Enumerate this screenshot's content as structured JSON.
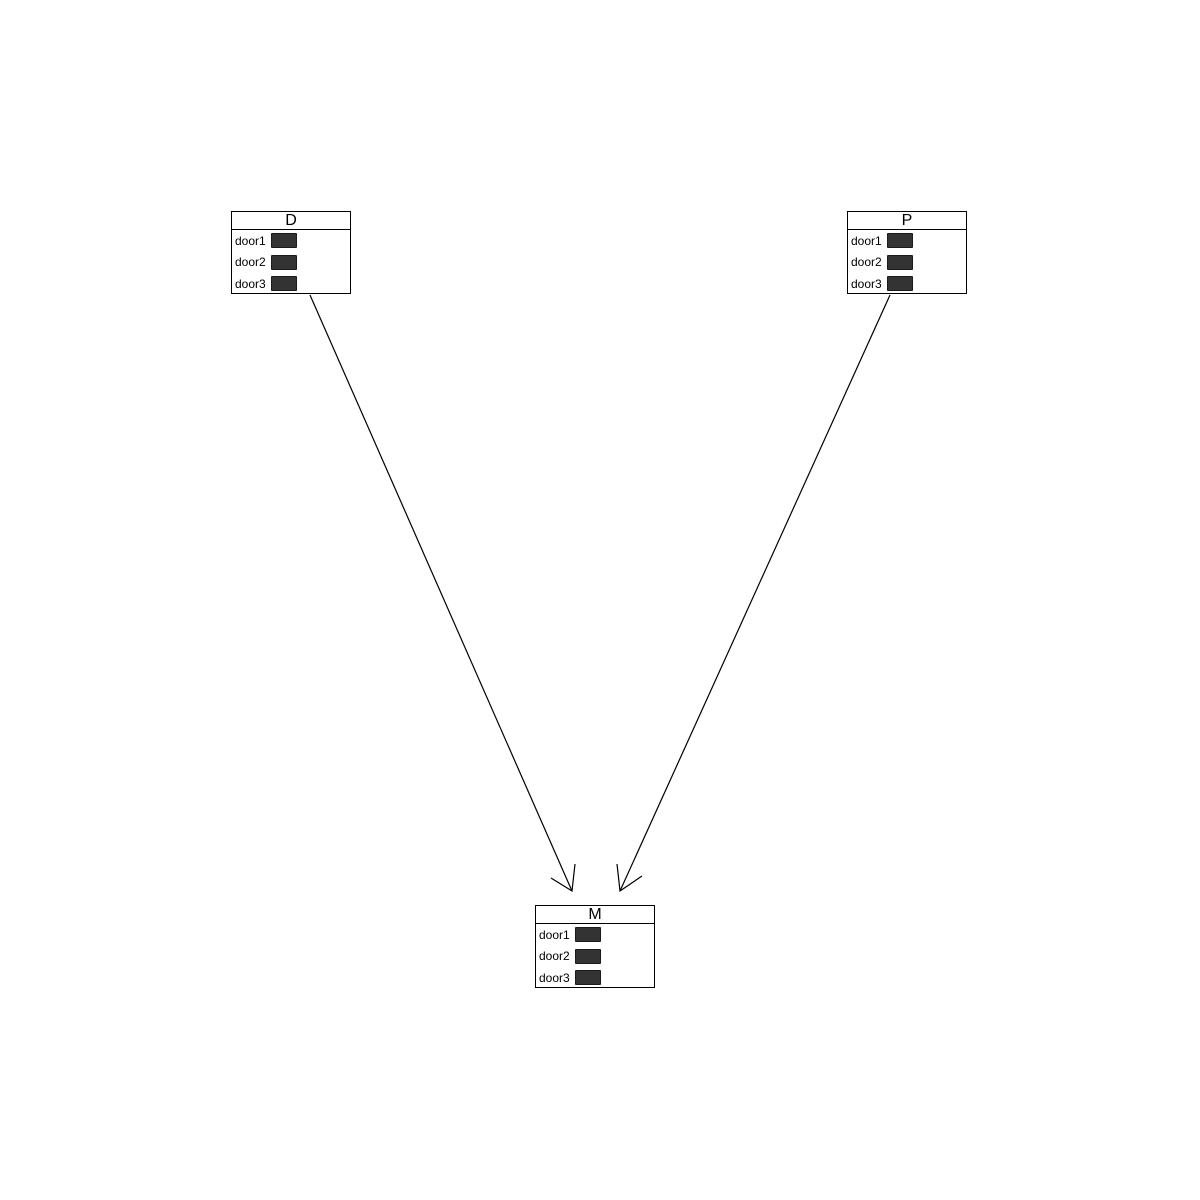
{
  "diagram": {
    "nodes": [
      {
        "id": "D",
        "title": "D",
        "states": [
          "door1",
          "door2",
          "door3"
        ]
      },
      {
        "id": "P",
        "title": "P",
        "states": [
          "door1",
          "door2",
          "door3"
        ]
      },
      {
        "id": "M",
        "title": "M",
        "states": [
          "door1",
          "door2",
          "door3"
        ]
      }
    ],
    "edges": [
      {
        "from": "D",
        "to": "M"
      },
      {
        "from": "P",
        "to": "M"
      }
    ]
  },
  "colors": {
    "state_bar": "#333333",
    "line": "#000000"
  }
}
